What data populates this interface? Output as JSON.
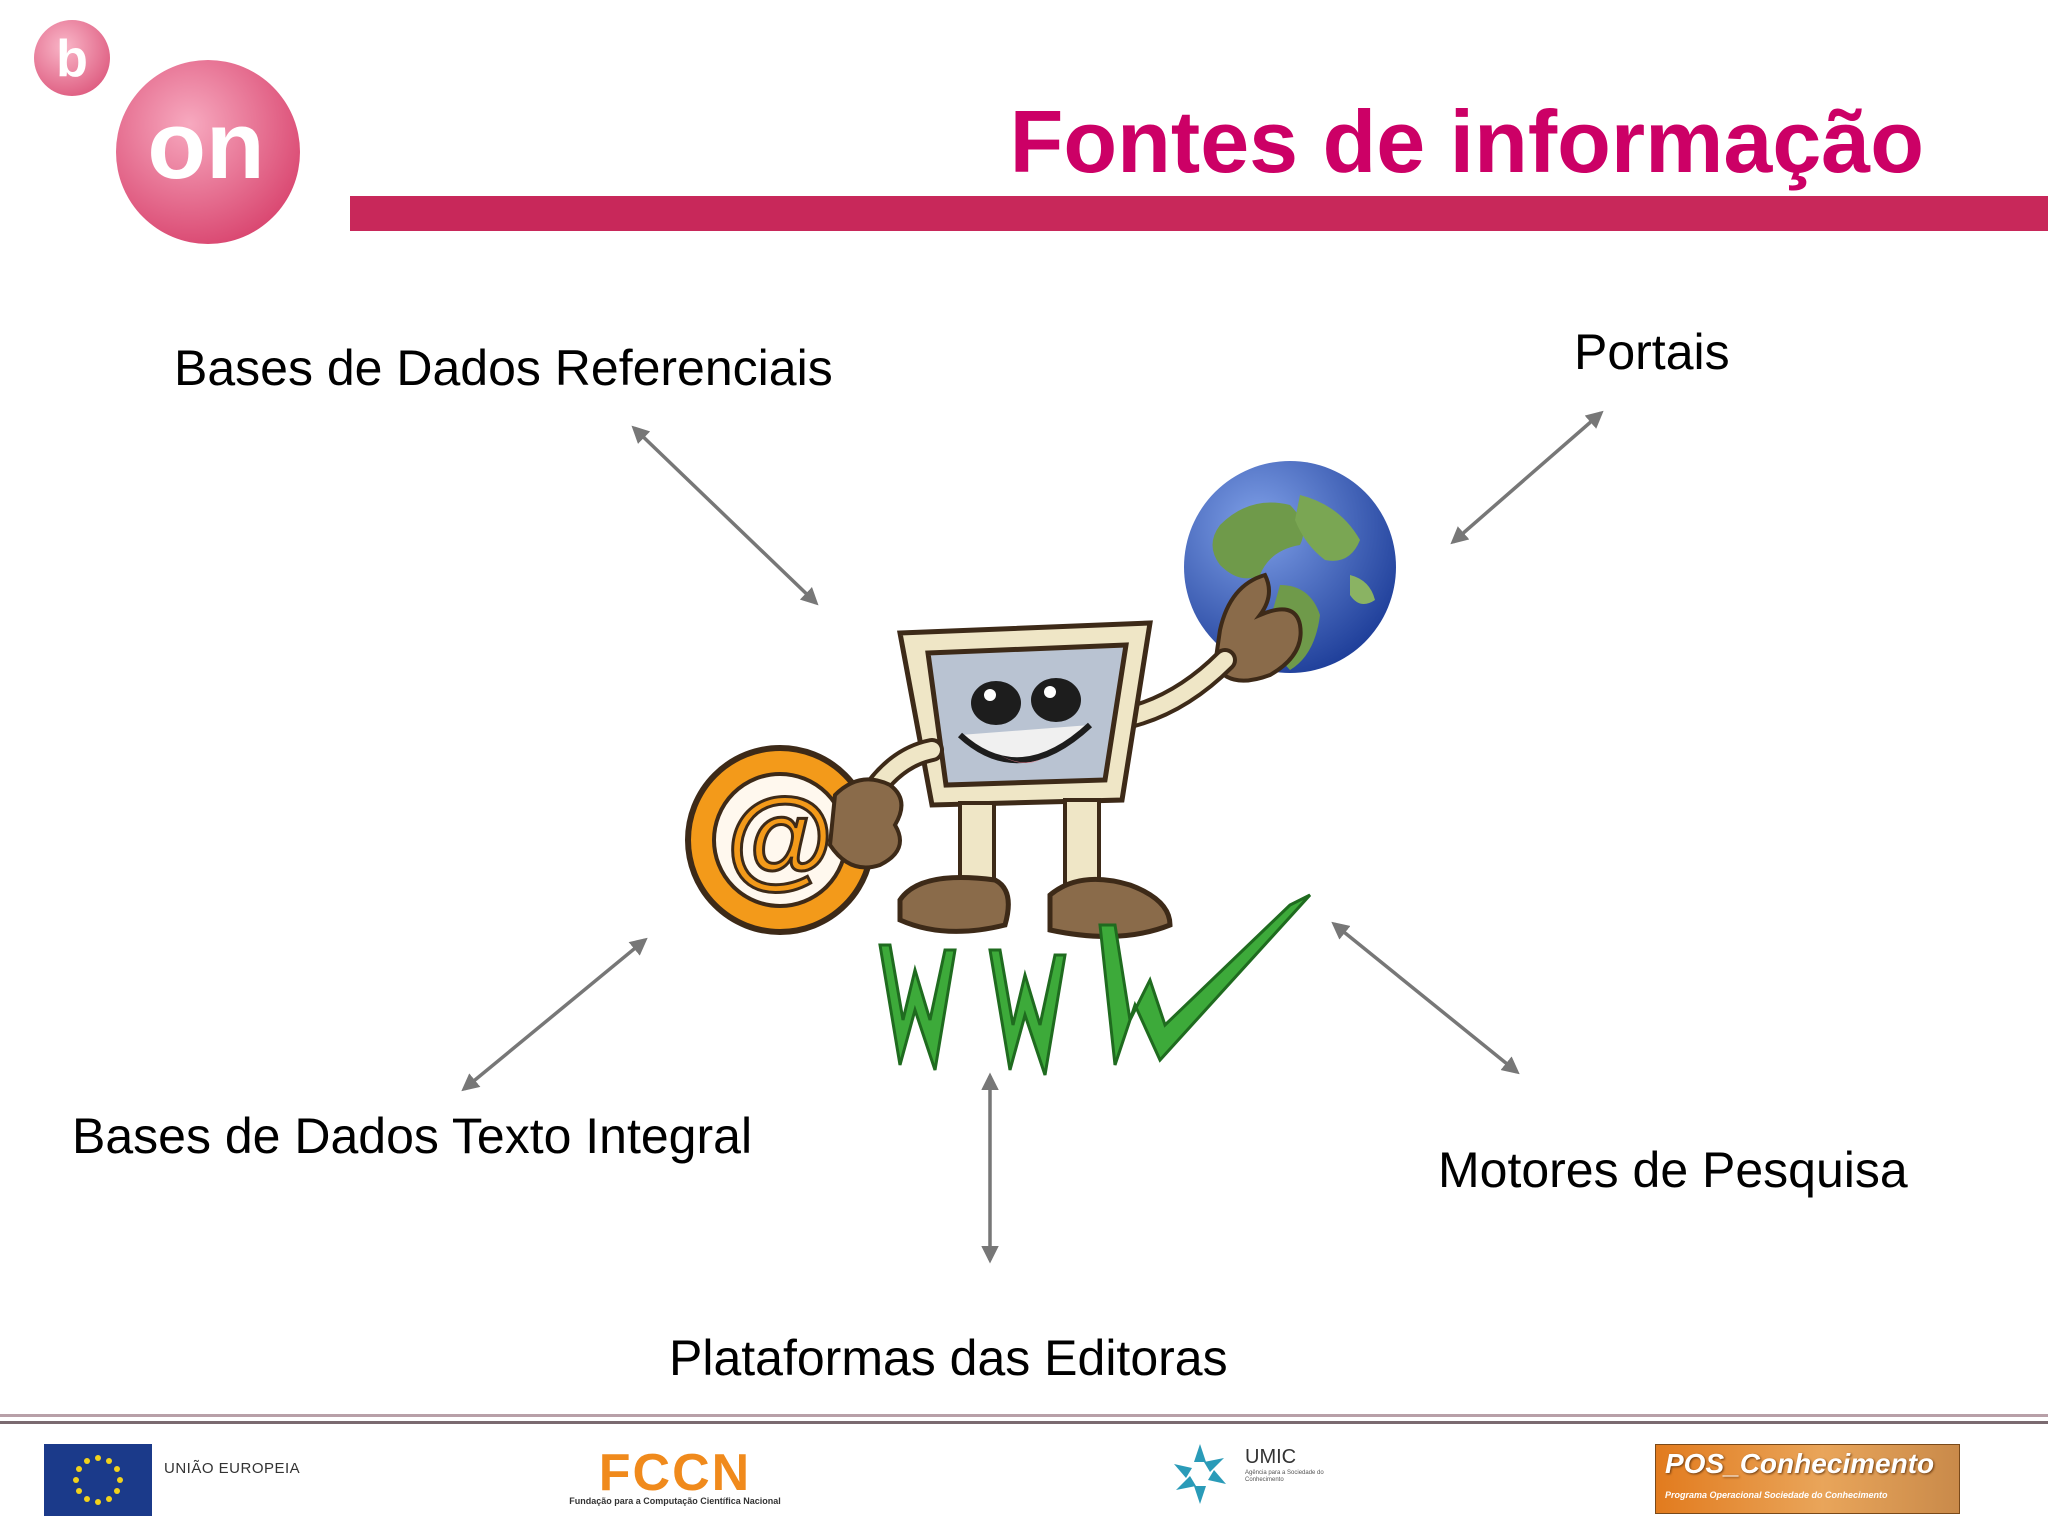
{
  "header": {
    "logo_text": "b-on",
    "title": "Fontes de informação",
    "title_color": "#cc0066",
    "bar_color": "#c8285a"
  },
  "diagram": {
    "labels": {
      "top_left": "Bases de Dados Referenciais",
      "top_right": "Portais",
      "bottom_left": "Bases de Dados Texto Integral",
      "bottom_right": "Motores de Pesquisa",
      "bottom": "Plataformas das Editoras"
    },
    "center_image": "computer-mascot-with-globe-and-at-sign-on-www-grass",
    "arrow_color": "#777777"
  },
  "footer": {
    "eu_label": "UNIÃO EUROPEIA",
    "fccn_name": "FCCN",
    "fccn_subtitle": "Fundação para a Computação Científica Nacional",
    "umic_name": "UMIC",
    "umic_subtitle": "Agência para a Sociedade do Conhecimento",
    "pos_title": "POS_Conhecimento",
    "pos_subtitle": "Programa Operacional Sociedade do Conhecimento"
  }
}
